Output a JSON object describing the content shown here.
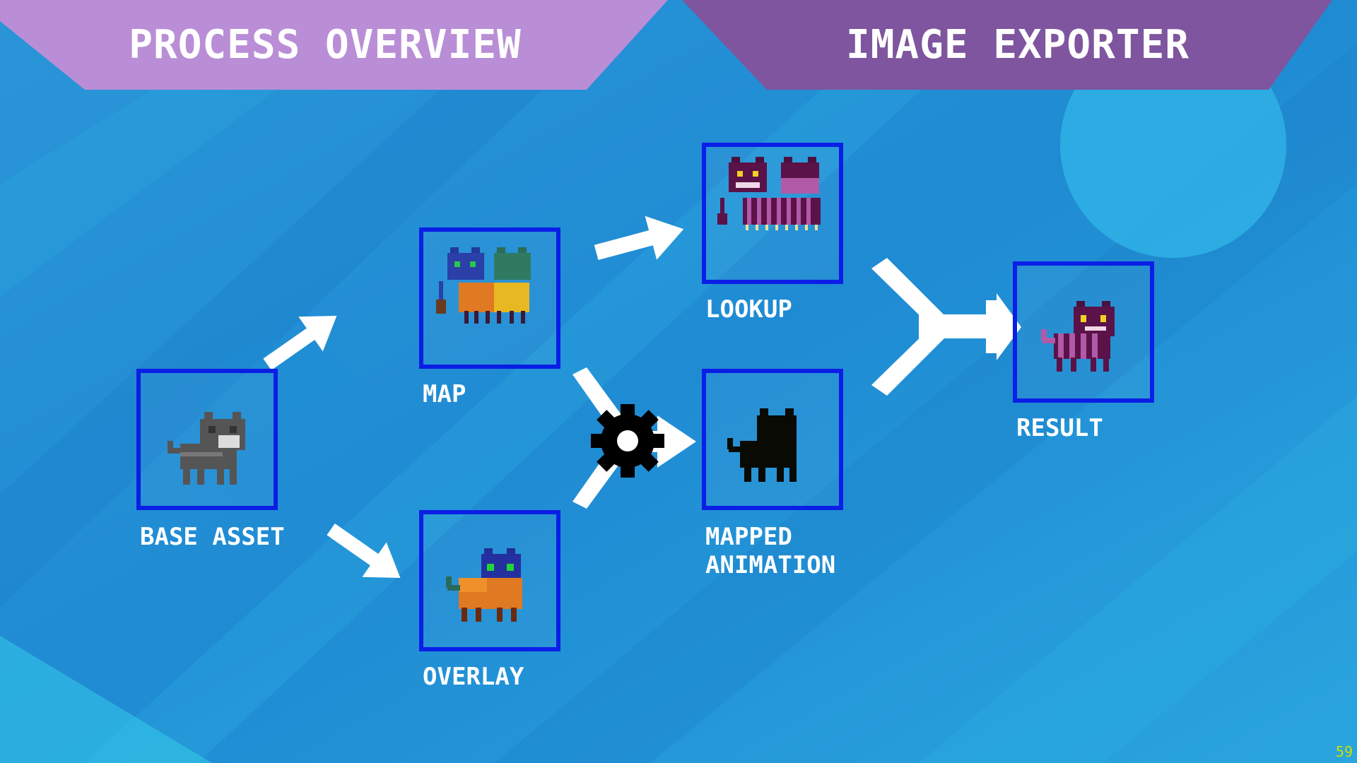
{
  "header": {
    "left_tab": "PROCESS OVERVIEW",
    "right_tab": "IMAGE EXPORTER"
  },
  "nodes": {
    "base_asset": "BASE ASSET",
    "map": "MAP",
    "overlay": "OVERLAY",
    "lookup": "LOOKUP",
    "mapped_animation_line1": "MAPPED",
    "mapped_animation_line2": "ANIMATION",
    "result": "RESULT"
  },
  "fps_counter": "59",
  "colors": {
    "background": "#1e8fd6",
    "left_tab": "#b98ed6",
    "right_tab": "#7e559e",
    "node_border": "#0a1ee6",
    "arrow": "#ffffff",
    "gear": "#000000"
  }
}
